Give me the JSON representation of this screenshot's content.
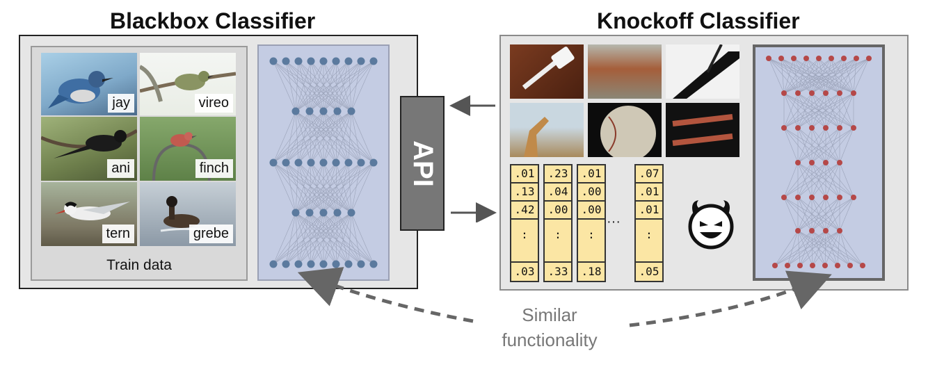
{
  "blackbox": {
    "title": "Blackbox Classifier",
    "train_label": "Train data",
    "birds": [
      "jay",
      "vireo",
      "ani",
      "finch",
      "tern",
      "grebe"
    ],
    "api_label": "API"
  },
  "knockoff": {
    "title": "Knockoff Classifier",
    "columns": [
      {
        "top": [
          ".01",
          ".13",
          ".42"
        ],
        "mid": ":",
        "last": ".03"
      },
      {
        "top": [
          ".23",
          ".04",
          ".00"
        ],
        "mid": ":",
        "last": ".33"
      },
      {
        "top": [
          ".01",
          ".00",
          ".00"
        ],
        "mid": ":",
        "last": ".18"
      },
      {
        "top": [
          ".07",
          ".01",
          ".01"
        ],
        "mid": ":",
        "last": ".05"
      }
    ],
    "ellipsis": "···"
  },
  "similar_label": [
    "Similar",
    "functionality"
  ],
  "colors": {
    "blackbox_node": "#5b7a9e",
    "knockoff_node": "#b54848",
    "net_bg": "#c4cce3",
    "prob_bg": "#fbe6a4"
  }
}
